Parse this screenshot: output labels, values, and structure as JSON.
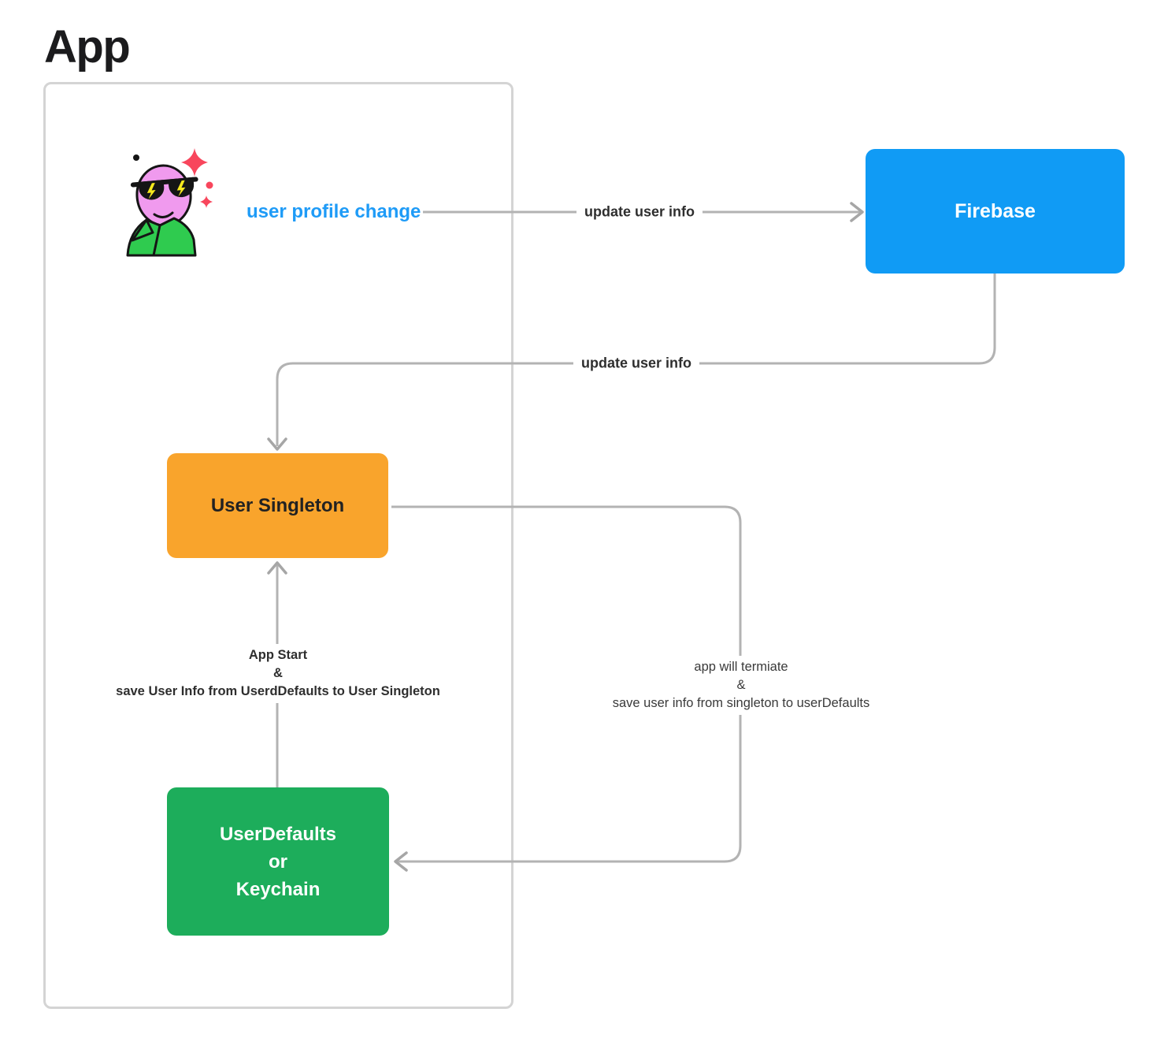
{
  "page": {
    "title": "App"
  },
  "trigger": {
    "label": "user profile change",
    "color": "#1e9bf7"
  },
  "nodes": {
    "firebase": {
      "label": "Firebase",
      "color": "#109bf5",
      "text_color": "#ffffff"
    },
    "user_singleton": {
      "label": "User Singleton",
      "color": "#f9a42c",
      "text_color": "#222222"
    },
    "user_defaults": {
      "lines": [
        "UserDefaults",
        "or",
        "Keychain"
      ],
      "color": "#1dad5b",
      "text_color": "#ffffff"
    }
  },
  "edges": {
    "profile_to_firebase": {
      "label": "update user info"
    },
    "firebase_to_singleton": {
      "label": "update user info"
    },
    "defaults_to_singleton": {
      "lines": [
        "App Start",
        "&",
        "save User Info from UserdDefaults to User Singleton"
      ]
    },
    "singleton_to_defaults": {
      "lines": [
        "app will termiate",
        "&",
        "save user info from singleton to userDefaults"
      ]
    }
  },
  "icons": {
    "avatar": "user-avatar-icon"
  },
  "colors": {
    "wire": "#b3b3b3",
    "arrow": "#a6a6a6",
    "frame_border": "#d4d4d4",
    "label_text": "#2e2e2e",
    "title_text": "#1b1b1d"
  }
}
